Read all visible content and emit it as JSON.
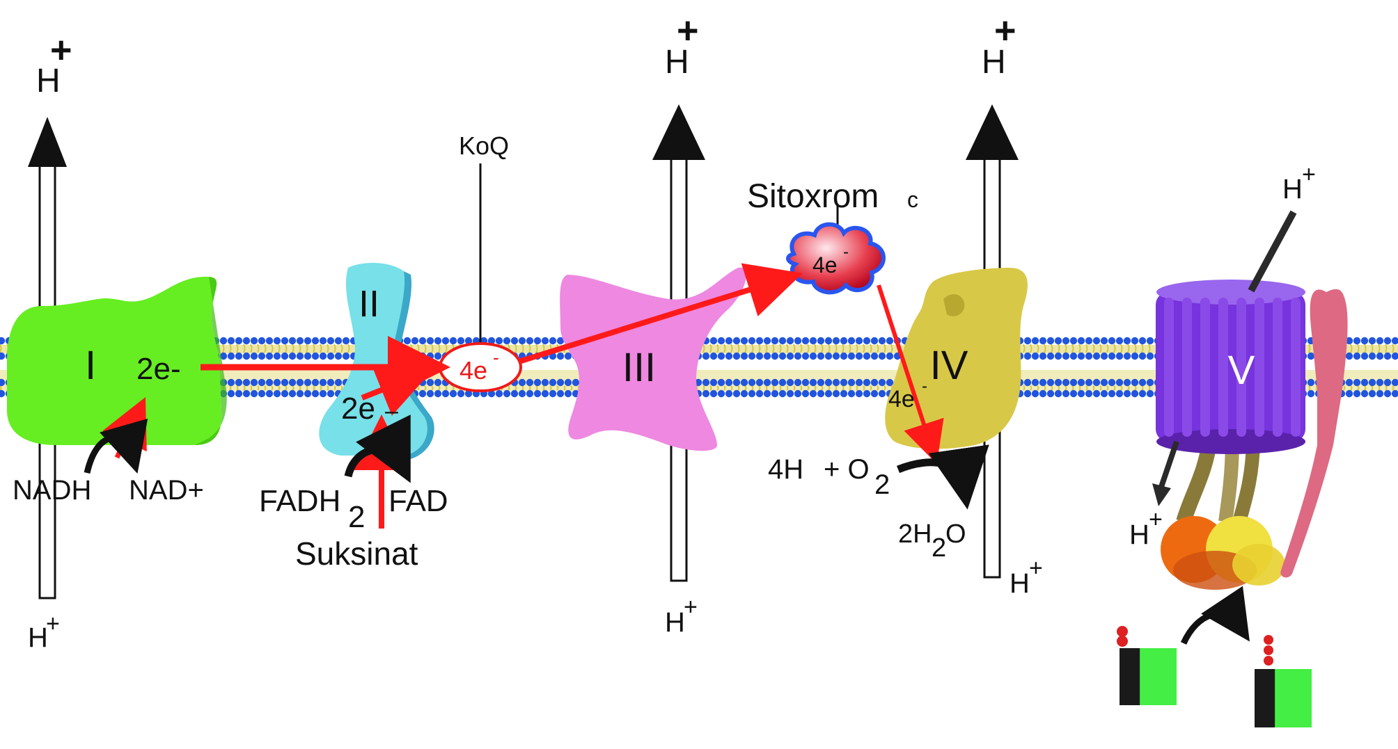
{
  "complexes": {
    "I": "I",
    "II": "II",
    "III": "III",
    "IV": "IV",
    "V": "V"
  },
  "electrons": {
    "c1": "2e-",
    "c2": "2e",
    "c2_sup": "–",
    "koq_e": "4e",
    "koq_e_sup": "-",
    "cytc_e": "4e",
    "cytc_e_sup": "-",
    "c4_e": "4e",
    "c4_e_sup": "-"
  },
  "labels": {
    "koq": "KoQ",
    "cytochrome_main": "Sitoxrom",
    "cytochrome_c": "c",
    "nadh": "NADH",
    "nad_plus": "NAD+",
    "fadh_main": "FADH",
    "fadh_sub": "2",
    "fad": "FAD",
    "succinate": "Suksinat",
    "o2_prefix": "4H",
    "o2_mid": "+ O",
    "o2_sub": "2",
    "water_prefix": "2H",
    "water_sub": "2",
    "water_suffix": "O"
  },
  "protons": {
    "h": "H",
    "plus": "+"
  },
  "colors": {
    "complex_I": "#66ee22",
    "complex_II": "#77e0e8",
    "complex_III": "#ee88e0",
    "complex_IV": "#d8c848",
    "complex_V": "#7733dd",
    "electron_arrow": "#ff1a1a",
    "membrane_head": "#2255dd",
    "membrane_tail": "#d4c840"
  }
}
